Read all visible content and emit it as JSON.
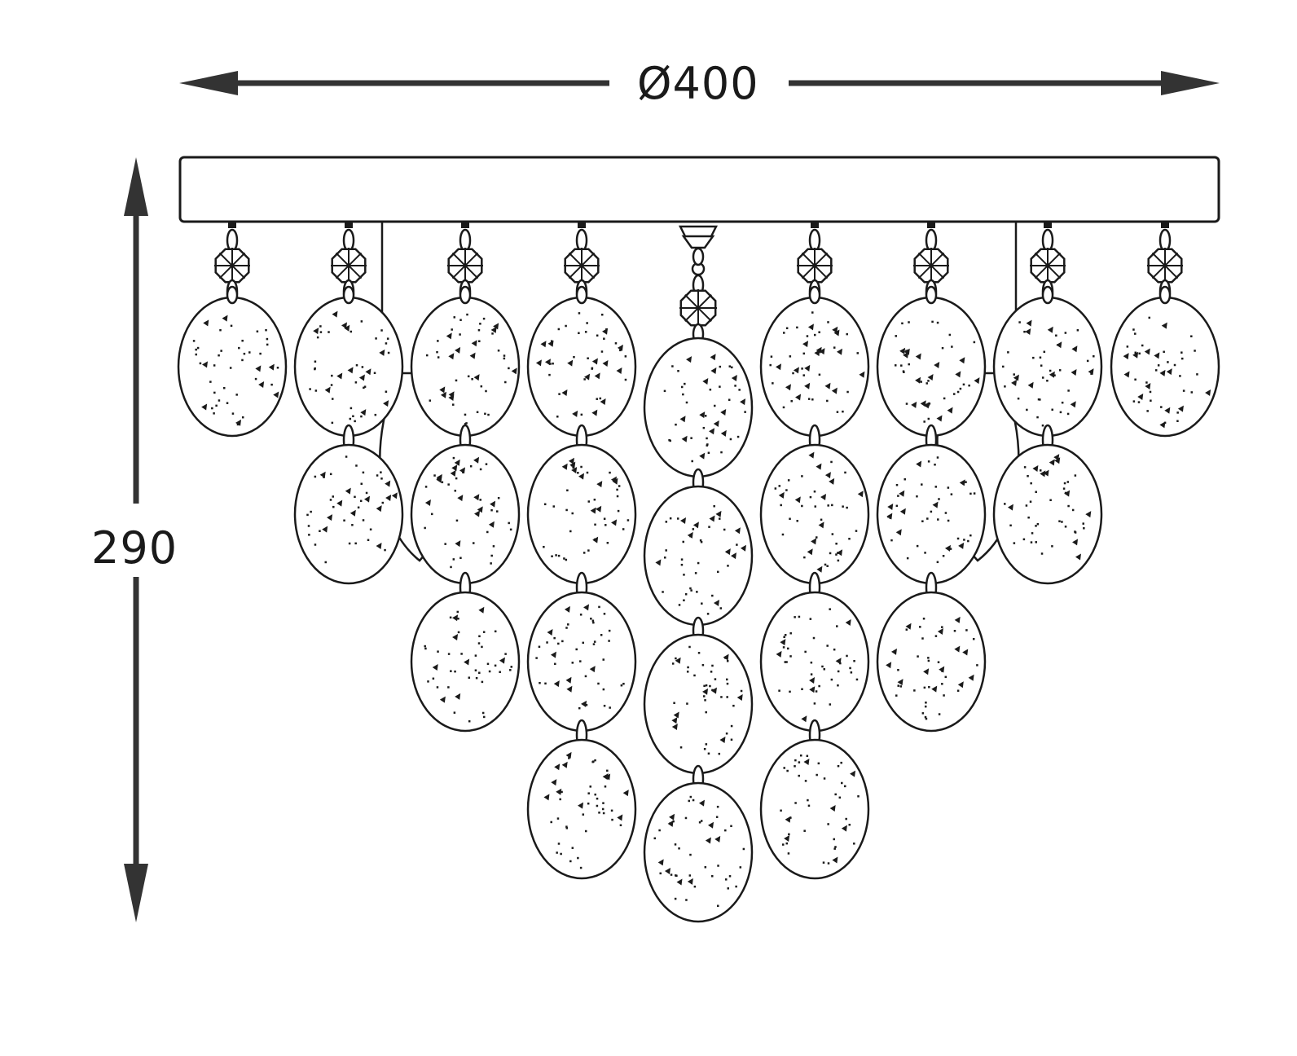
{
  "dimensions": {
    "diameter_label": "Ø400",
    "height_label": "290",
    "diameter_mm": 400,
    "height_mm": 290
  },
  "pendant_strands": [
    1,
    2,
    3,
    4,
    4,
    4,
    3,
    2,
    1
  ],
  "colors": {
    "line": "#1a1a1a",
    "background": "#ffffff"
  }
}
